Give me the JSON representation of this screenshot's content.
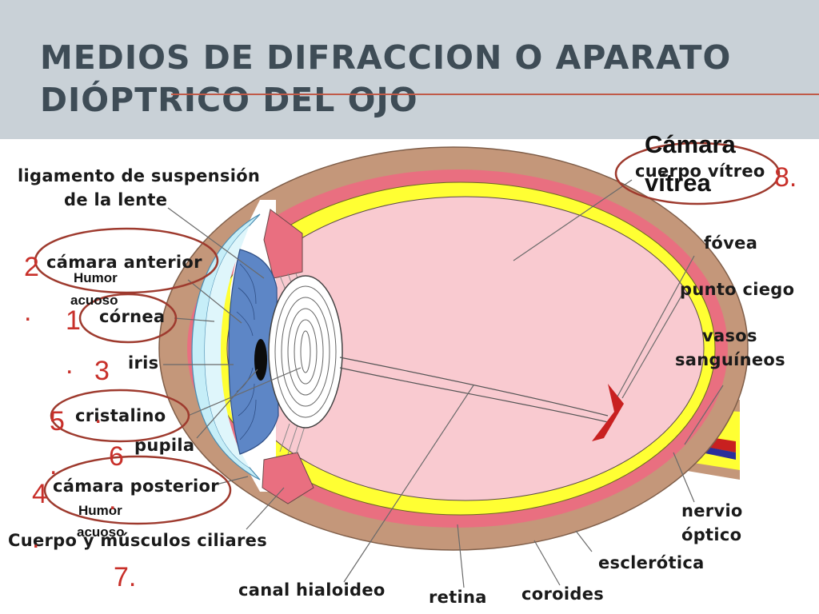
{
  "title": "Medios de difraccion o aparato dióptrico del ojo",
  "labels": {
    "ligamento": "ligamento de suspensión",
    "ligamento2": "de la lente",
    "camara_anterior": "cámara anterior",
    "cornea": "córnea",
    "iris": "iris",
    "cristalino": "cristalino",
    "pupila": "pupila",
    "camara_posterior": "cámara posterior",
    "cuerpo_musculos": "Cuerpo y músculos ciliares",
    "canal": "canal hialoideo",
    "retina": "retina",
    "coroides": "coroides",
    "esclerotica": "esclerótica",
    "nervio": "nervio",
    "optico": "óptico",
    "vasos": "vasos",
    "sanguineos": "sanguíneos",
    "punto_ciego": "punto ciego",
    "fovea": "fóvea",
    "cuerpo_vitreo": "cuerpo vítreo"
  },
  "annotations": {
    "humor1": "Humor",
    "acuoso1": "acuoso",
    "humor2": "Humor",
    "acuoso2": "acuoso",
    "camara1": "Cámara",
    "camara2": "vítrea"
  },
  "numbers": {
    "n1": "1",
    "n2": "2",
    "n3": "3",
    "n4": "4",
    "n5": "5",
    "n6": "6",
    "n7": "7.",
    "n8": "8."
  },
  "colors": {
    "sclera": "#c4977a",
    "choroid": "#e96f80",
    "retina": "#ffff33",
    "vitreous": "#f9cad0",
    "iris": "#5d86c6",
    "cornea": "#c6eef8",
    "annotation_red": "#c8302a",
    "ellipse": "#9e3a2e"
  }
}
